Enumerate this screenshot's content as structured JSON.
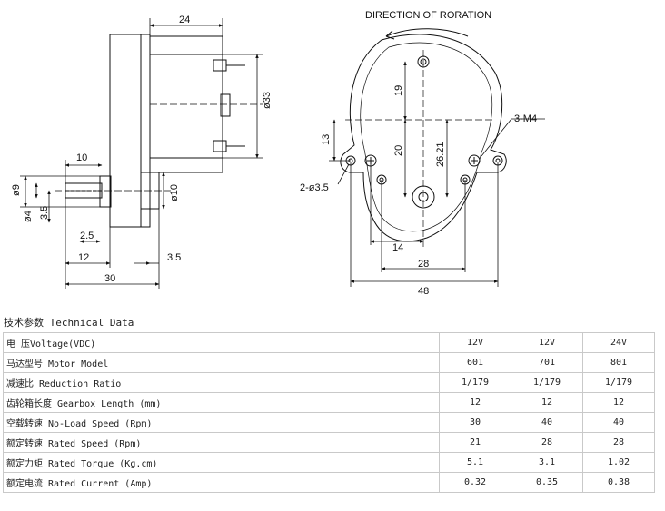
{
  "drawing": {
    "side_view": {
      "dim_24": "24",
      "dim_phi33": "ø33",
      "dim_10_top": "10",
      "dim_phi9": "ø9",
      "dim_phi4": "ø4",
      "dim_3_5_left": "3.5",
      "dim_phi10": "ø10",
      "dim_2_5": "2.5",
      "dim_12": "12",
      "dim_3_5_bottom": "3.5",
      "dim_30": "30"
    },
    "front_view": {
      "direction_label": "DIRECTION OF RORATION",
      "dim_19": "19",
      "dim_13": "13",
      "dim_20": "20",
      "dim_26_21": "26.21",
      "hole_label_m4": "3-M4",
      "hole_label_35": "2-ø3.5",
      "dim_14": "14",
      "dim_28": "28",
      "dim_48": "48"
    }
  },
  "spec": {
    "title": "技术参数 Technical Data",
    "rows": [
      {
        "label": "电 压Voltage(VDC)",
        "values": [
          "12V",
          "12V",
          "24V"
        ]
      },
      {
        "label": "马达型号 Motor Model",
        "values": [
          "601",
          "701",
          "801"
        ]
      },
      {
        "label": "减速比 Reduction Ratio",
        "values": [
          "1/179",
          "1/179",
          "1/179"
        ]
      },
      {
        "label": "齿轮箱长度 Gearbox Length (mm)",
        "values": [
          "12",
          "12",
          "12"
        ]
      },
      {
        "label": "空载转速 No-Load Speed (Rpm)",
        "values": [
          "30",
          "40",
          "40"
        ]
      },
      {
        "label": "额定转速 Rated Speed (Rpm)",
        "values": [
          "21",
          "28",
          "28"
        ]
      },
      {
        "label": "额定力矩 Rated Torque (Kg.cm)",
        "values": [
          "5.1",
          "3.1",
          "1.02"
        ]
      },
      {
        "label": "额定电流 Rated Current (Amp)",
        "values": [
          "0.32",
          "0.35",
          "0.38"
        ]
      }
    ]
  }
}
